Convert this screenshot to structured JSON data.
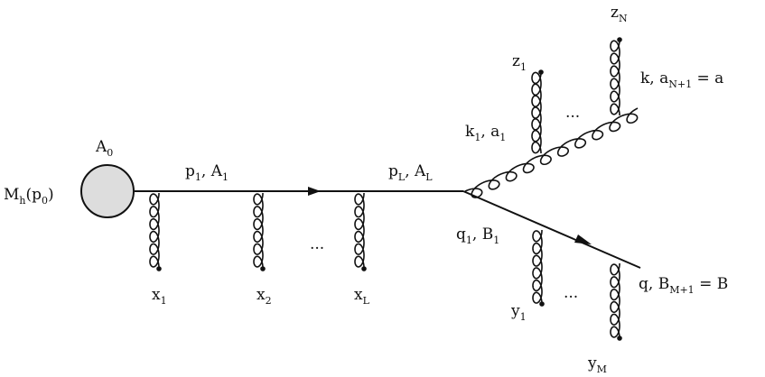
{
  "blob": {
    "label": "M",
    "label_sub": "h",
    "label_tail": "(p",
    "label_tail_sub": "0",
    "label_end": ")",
    "top_label": "A",
    "top_label_sub": "0",
    "fill": "#dddddd"
  },
  "quark_in": {
    "first_label": "p",
    "first_label_sub": "1",
    "first_label_mid": ", A",
    "first_label_sub2": "1",
    "last_label": "p",
    "last_label_sub": "L",
    "last_label_mid": ", A",
    "last_label_sub2": "L"
  },
  "gluons_in": [
    {
      "label": "x",
      "sub": "1"
    },
    {
      "label": "x",
      "sub": "2"
    },
    {
      "label": "x",
      "sub": "L"
    }
  ],
  "ellipsis_in": "...",
  "gluon_out": {
    "first_label": "k",
    "first_label_sub": "1",
    "first_label_mid": ", a",
    "first_label_sub2": "1",
    "end_label_main": "k, a",
    "end_label_sub": "N+1",
    "end_label_tail": " = a"
  },
  "gluons_upper": [
    {
      "label": "z",
      "sub": "1"
    },
    {
      "label": "z",
      "sub": "N"
    }
  ],
  "ellipsis_upper": "...",
  "quark_out": {
    "first_label": "q",
    "first_label_sub": "1",
    "first_label_mid": ", B",
    "first_label_sub2": "1",
    "end_label_main": "q, B",
    "end_label_sub": "M+1",
    "end_label_tail": " = B"
  },
  "gluons_lower": [
    {
      "label": "y",
      "sub": "1"
    },
    {
      "label": "y",
      "sub": "M"
    }
  ],
  "ellipsis_lower": "..."
}
